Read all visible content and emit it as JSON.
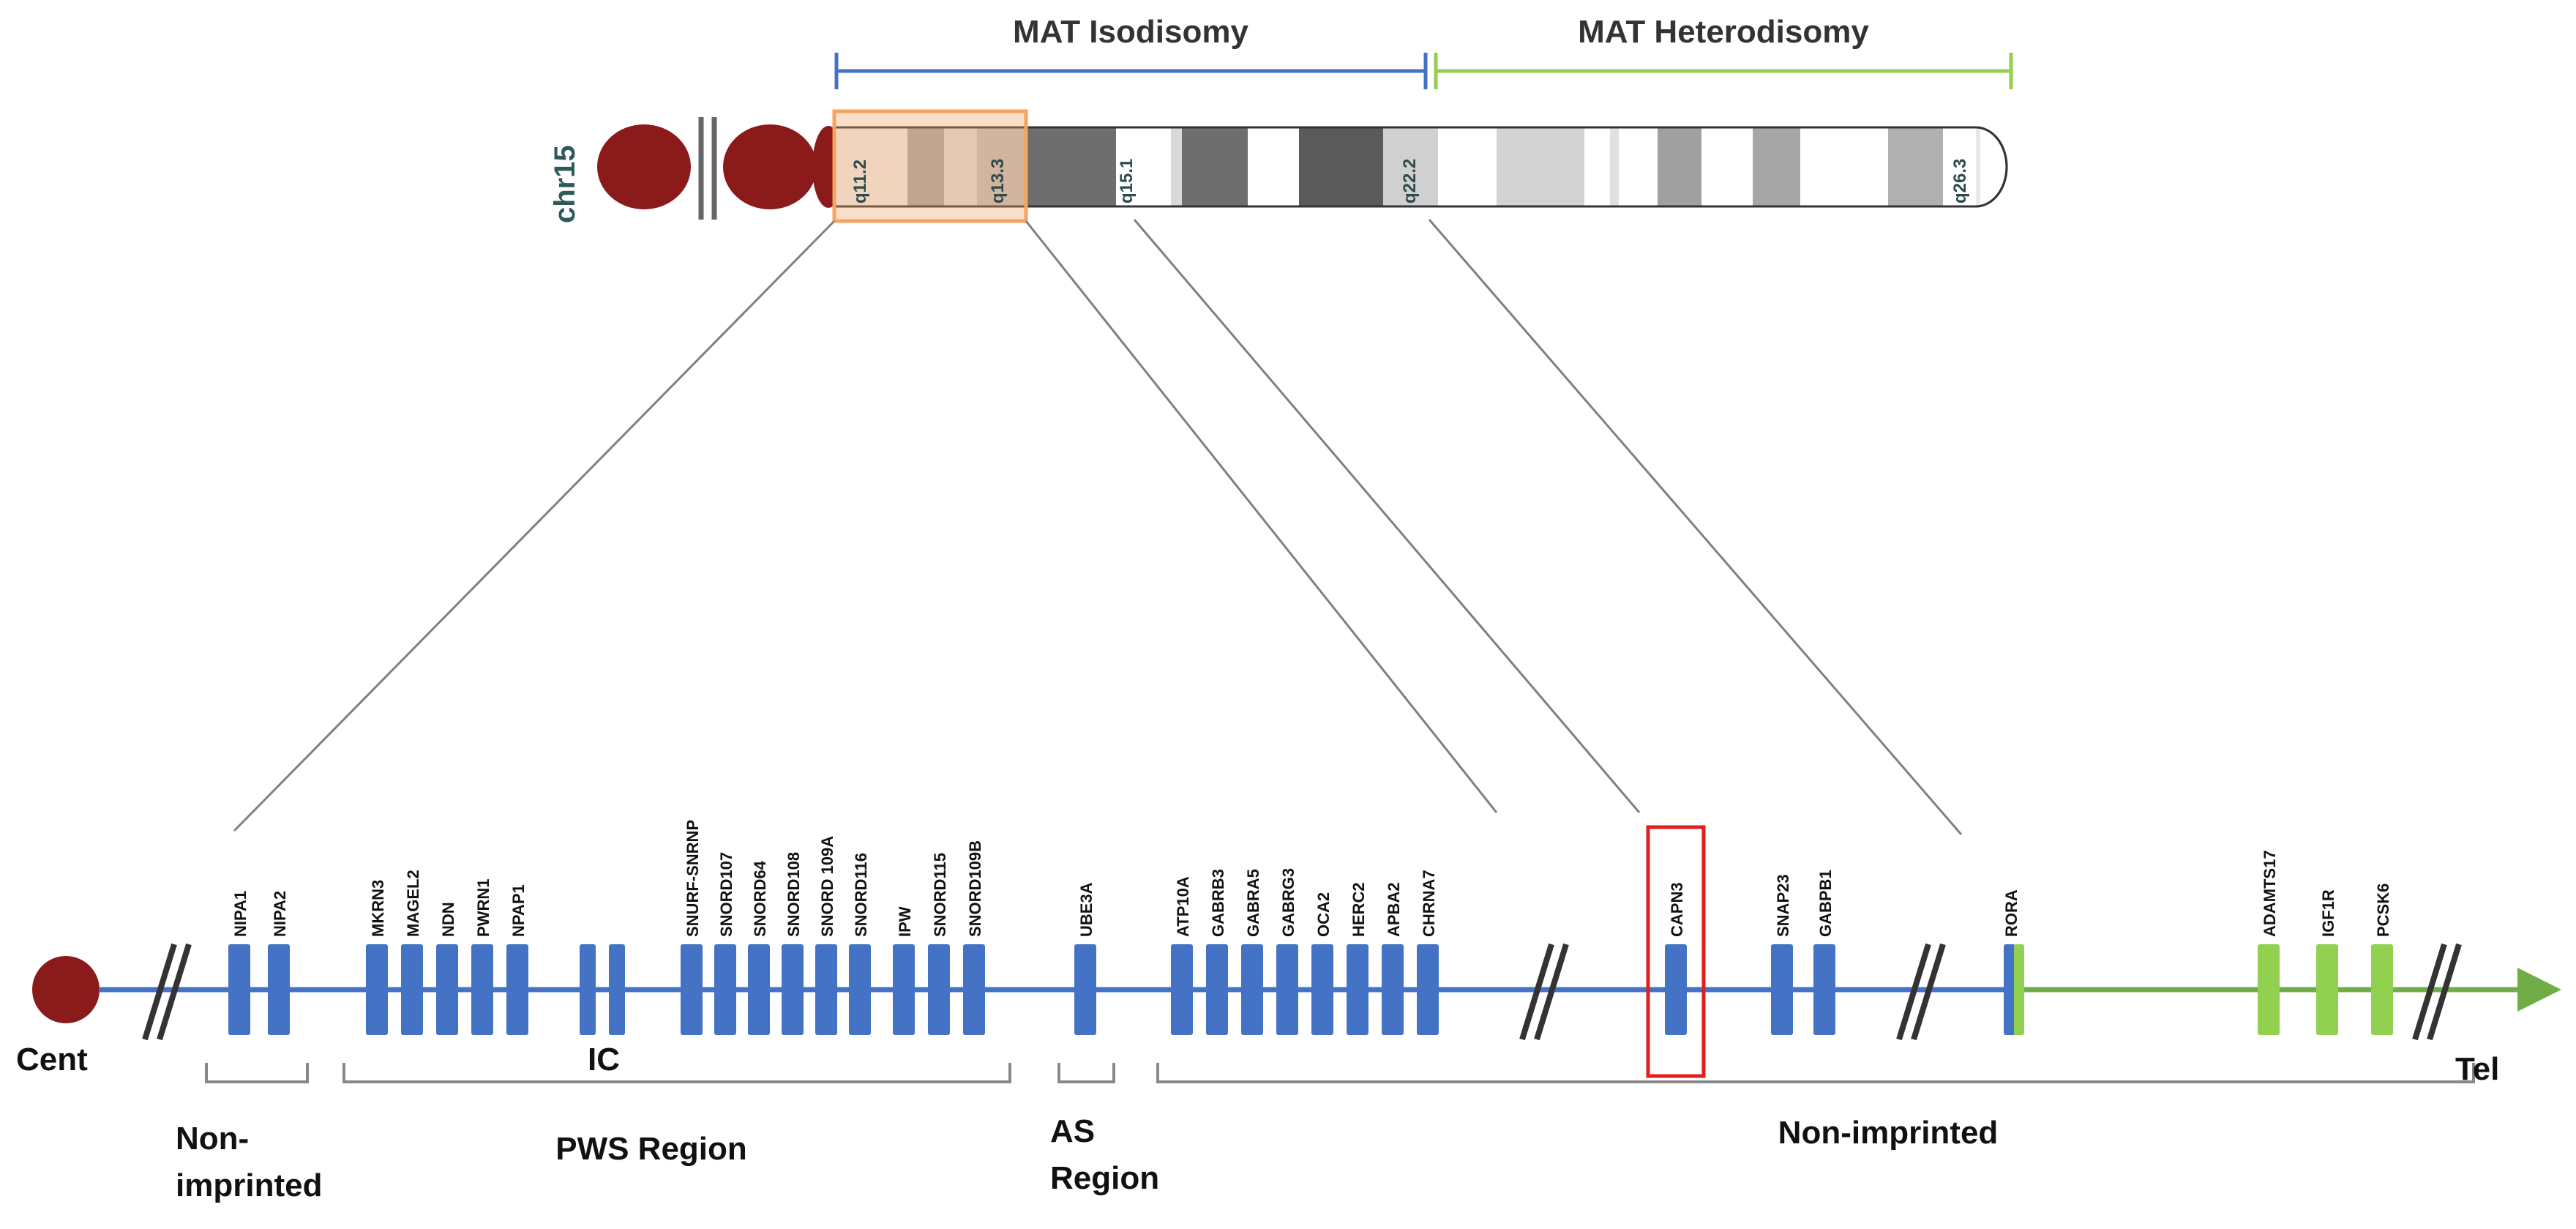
{
  "header": {
    "isodisomy_label": "MAT Isodisomy",
    "heterodisomy_label": "MAT Heterodisomy"
  },
  "chromosome": {
    "name": "chr15",
    "bands": [
      "q11.2",
      "q13.3",
      "q15.1",
      "q22.2",
      "q26.3"
    ]
  },
  "genes": {
    "g1": [
      "NIPA1",
      "NIPA2"
    ],
    "g2": [
      "MKRN3",
      "MAGEL2",
      "NDN",
      "PWRN1",
      "NPAP1"
    ],
    "g3": [
      "SNURF-SNRNP",
      "SNORD107",
      "SNORD64",
      "SNORD108",
      "SNORD 109A",
      "SNORD116",
      "IPW",
      "SNORD115",
      "SNORD109B"
    ],
    "g4": [
      "UBE3A"
    ],
    "g5": [
      "ATP10A",
      "GABRB3",
      "GABRA5",
      "GABRG3",
      "OCA2",
      "HERC2",
      "APBA2",
      "CHRNA7"
    ],
    "g6": [
      "CAPN3"
    ],
    "g7": [
      "SNAP23",
      "GABPB1"
    ],
    "g8": [
      "RORA"
    ],
    "g9": [
      "ADAMTS17",
      "IGF1R",
      "PCSK6"
    ]
  },
  "labels": {
    "cent": "Cent",
    "tel": "Tel",
    "ic": "IC",
    "nonimprinted_1a": "Non-",
    "nonimprinted_1b": "imprinted",
    "pws": "PWS Region",
    "as_1": "AS",
    "as_2": "Region",
    "nonimprinted_2": "Non-imprinted"
  },
  "colors": {
    "isodisomy": "#4472c4",
    "heterodisomy": "#92d050",
    "gene_blue": "#4472c4",
    "gene_green": "#92d050",
    "centromere": "#8b1a1a",
    "highlight_box": "#f4a460",
    "capn3_box": "#e02020"
  }
}
